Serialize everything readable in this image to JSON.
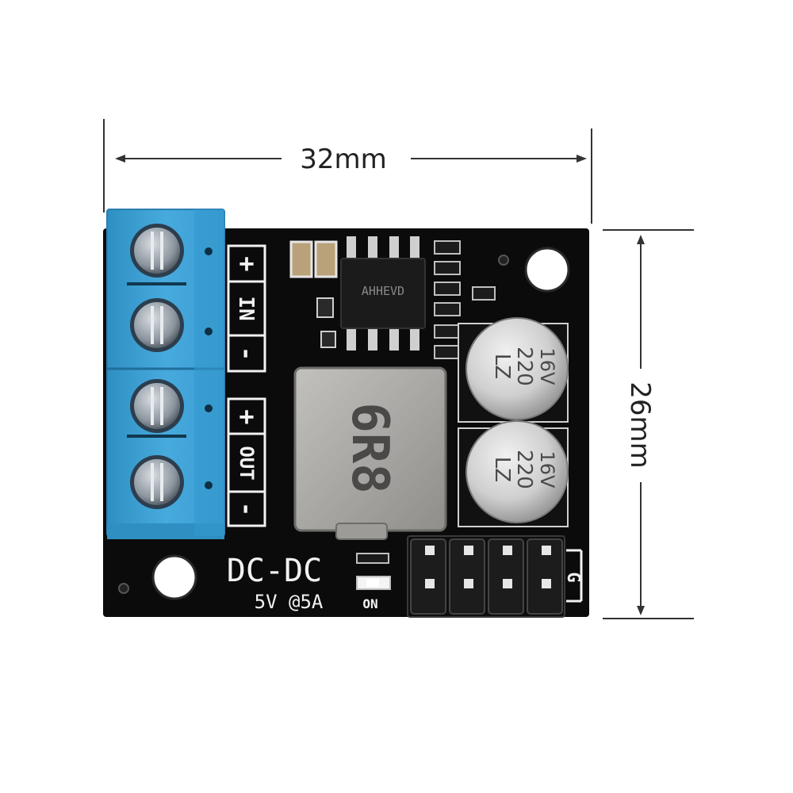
{
  "dimensions": {
    "width_label": "32mm",
    "height_label": "26mm"
  },
  "board": {
    "title": "DC-DC",
    "rating": "5V @5A",
    "led_label": "ON",
    "header_label": "G",
    "terminals": [
      {
        "sign": "+",
        "group": "IN"
      },
      {
        "sign": "-",
        "group": "IN"
      },
      {
        "sign": "+",
        "group": "OUT"
      },
      {
        "sign": "-",
        "group": "OUT"
      }
    ],
    "input_group_label": "IN",
    "output_group_label": "OUT",
    "chip_marking": "AHHEVD",
    "inductor_marking": "6R8",
    "capacitor_voltage": "16V",
    "capacitor_value": "220",
    "capacitor_series": "LZ"
  },
  "colors": {
    "pcb": "#0b0b0b",
    "terminal_block": "#3fa3d6",
    "silkscreen": "#f2f2f2",
    "inductor": "#a9a8a6",
    "capacitor": "#c9c9c9"
  }
}
